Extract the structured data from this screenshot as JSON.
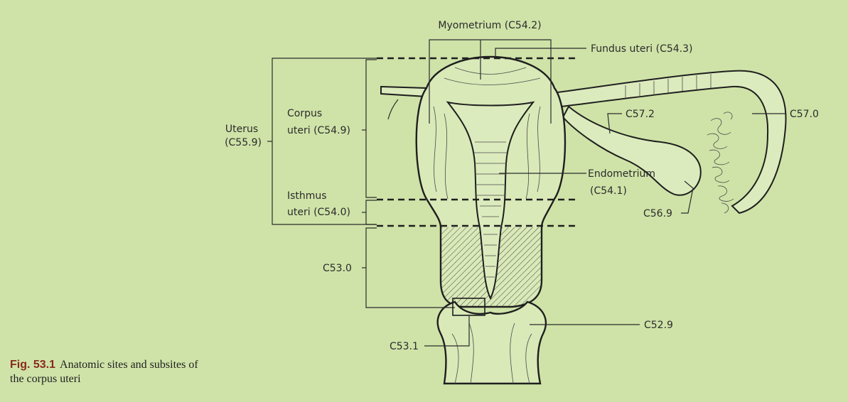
{
  "figure": {
    "number": "Fig. 53.1",
    "caption": "Anatomic sites and subsites of the corpus uteri"
  },
  "labels": {
    "myometrium": "Myometrium (C54.2)",
    "fundus": "Fundus uteri (C54.3)",
    "uterus_line1": "Uterus",
    "uterus_line2": "(C55.9)",
    "corpus_line1": "Corpus",
    "corpus_line2": "uteri (C54.9)",
    "isthmus_line1": "Isthmus",
    "isthmus_line2": "uteri (C54.0)",
    "c53_0": "C53.0",
    "c53_1": "C53.1",
    "c52_9": "C52.9",
    "endometrium_line1": "Endometrium",
    "endometrium_line2": "(C54.1)",
    "c57_2": "C57.2",
    "c57_0": "C57.0",
    "c56_9": "C56.9"
  },
  "colors": {
    "background": "#cfe3a8",
    "figure_number": "#8a2a1e"
  }
}
